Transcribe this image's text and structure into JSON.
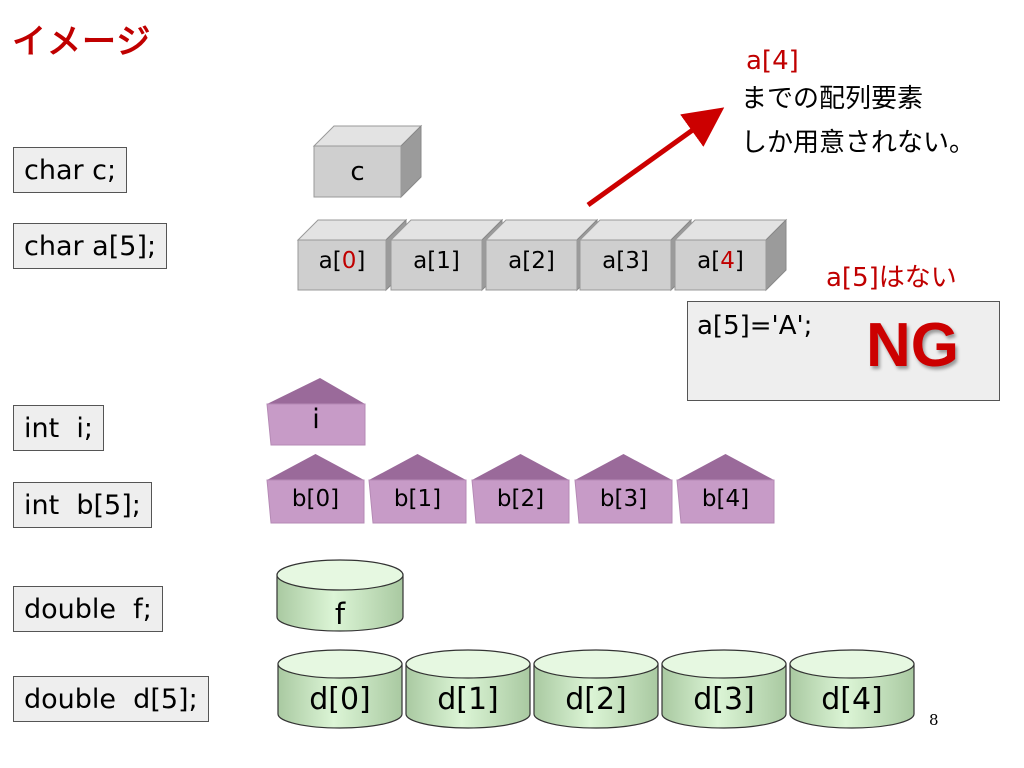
{
  "title": "イメージ",
  "declarations": {
    "char_c": "char c;",
    "char_a": "char a[5];",
    "int_i": "int  i;",
    "int_b": "int  b[5];",
    "double_f": "double  f;",
    "double_d": "double  d[5];"
  },
  "char_single": "c",
  "char_array": [
    {
      "prefix": "a[",
      "index": "0",
      "suffix": "]",
      "index_highlight": true
    },
    {
      "prefix": "a[",
      "index": "1",
      "suffix": "]",
      "index_highlight": false
    },
    {
      "prefix": "a[",
      "index": "2",
      "suffix": "]",
      "index_highlight": false
    },
    {
      "prefix": "a[",
      "index": "3",
      "suffix": "]",
      "index_highlight": false
    },
    {
      "prefix": "a[",
      "index": "4",
      "suffix": "]",
      "index_highlight": true
    }
  ],
  "int_single": "i",
  "int_array": [
    "b[0]",
    "b[1]",
    "b[2]",
    "b[3]",
    "b[4]"
  ],
  "double_single": "f",
  "double_array": [
    "d[0]",
    "d[1]",
    "d[2]",
    "d[3]",
    "d[4]"
  ],
  "annotation": {
    "red_label": "a[4]",
    "line1": "までの配列要素",
    "line2": "しか用意されない。"
  },
  "no_element_note": "a[5]はない",
  "ng_example": {
    "code": "a[5]='A';",
    "verdict": "NG"
  },
  "page_number": "8",
  "colors": {
    "title_red": "#c00000",
    "char_box": "#cfcfcf",
    "int_box": "#c79bc7",
    "double_box": "#d3f0cd",
    "arrow": "#cc0000"
  }
}
